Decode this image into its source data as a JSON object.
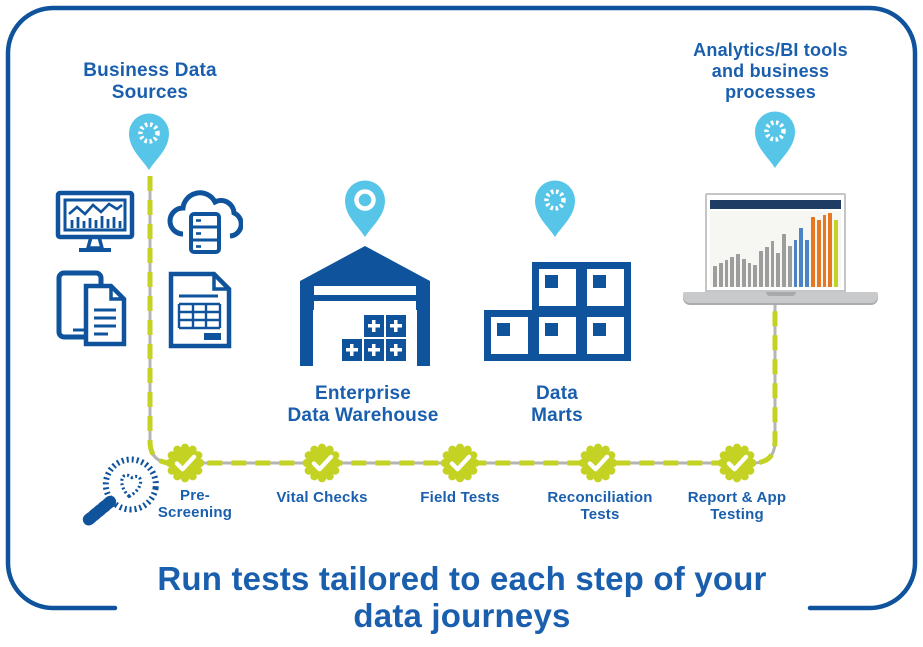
{
  "palette": {
    "brand_blue": "#1a5fae",
    "icon_blue": "#0e539c",
    "pin_blue": "#56c5e8",
    "lime": "#c3d223",
    "line_gray": "#b5b5b5",
    "navy": "#1e3c64",
    "laptop_gray": "#c9cacc"
  },
  "labels": {
    "business": {
      "lines": [
        "Business Data",
        "Sources"
      ]
    },
    "analytics": {
      "lines": [
        "Analytics/BI tools",
        "and business",
        "processes"
      ]
    },
    "warehouse": {
      "lines": [
        "Enterprise",
        "Data Warehouse"
      ]
    },
    "marts": {
      "lines": [
        "Data",
        "Marts"
      ]
    },
    "title": {
      "lines": [
        "Run tests tailored to each step of your",
        "data journeys"
      ]
    }
  },
  "checkpoints": [
    {
      "lines": [
        "Pre-",
        "Screening"
      ]
    },
    {
      "lines": [
        "Vital Checks",
        ""
      ]
    },
    {
      "lines": [
        "Field Tests",
        ""
      ]
    },
    {
      "lines": [
        "Reconciliation",
        "Tests"
      ]
    },
    {
      "lines": [
        "Report & App",
        "Testing"
      ]
    }
  ],
  "icons": {
    "location_pin": "location-pin",
    "checkpoint_badge": "check-seal",
    "pre_screening": "magnifier-heart-icon",
    "sources": [
      "desktop-analytics-monitor",
      "cloud-database",
      "mobile-device-document",
      "spreadsheet-document"
    ],
    "warehouse": "warehouse-building",
    "data_marts": "stacked-boxes",
    "analytics_device": "laptop-bar-chart"
  },
  "chart_data": {
    "type": "bar",
    "title": "",
    "context": "bar chart on laptop screen (analytics/BI tools)",
    "values": [
      28,
      32,
      36,
      40,
      43,
      37,
      32,
      29,
      48,
      53,
      60,
      45,
      70,
      54,
      62,
      78,
      62,
      92,
      88,
      95,
      98,
      88
    ],
    "colors": [
      "gray",
      "gray",
      "gray",
      "gray",
      "gray",
      "gray",
      "gray",
      "gray",
      "gray",
      "gray",
      "gray",
      "gray",
      "gray",
      "gray",
      "blue",
      "blue",
      "blue",
      "orange",
      "orange",
      "orange",
      "orange",
      "yellow"
    ],
    "color_map": {
      "gray": "#9d9d9d",
      "blue": "#4a84c4",
      "orange": "#e87722",
      "yellow": "#c3d223"
    },
    "ylim": [
      0,
      100
    ],
    "grid": false,
    "legend": false
  }
}
